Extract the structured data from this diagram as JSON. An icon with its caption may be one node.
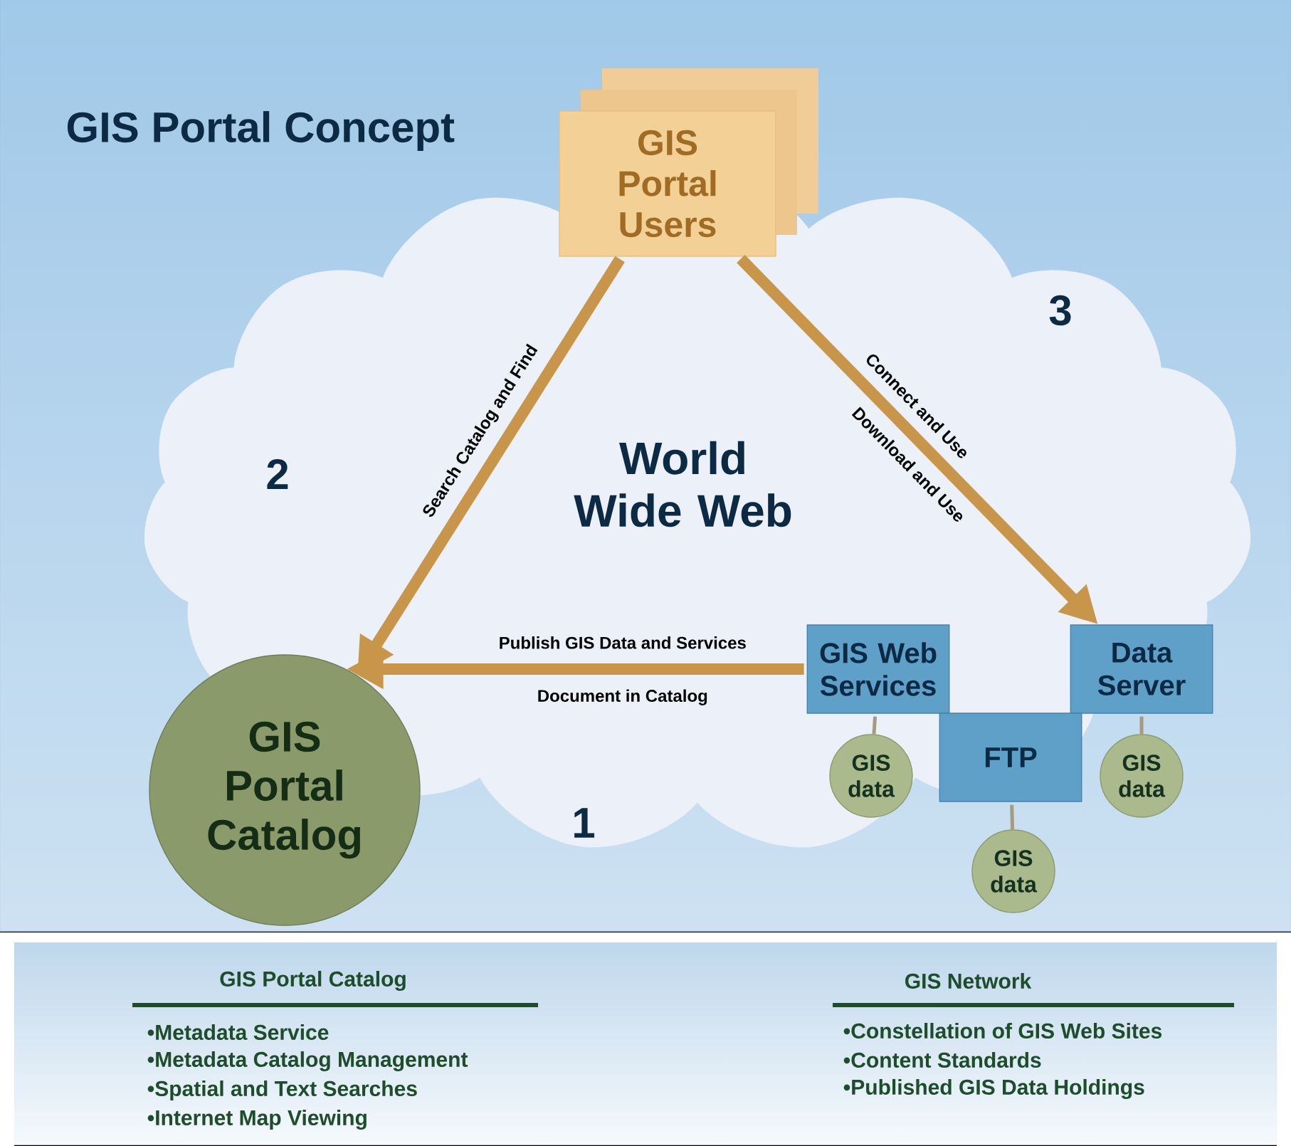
{
  "diagram": {
    "title": "GIS Portal Concept",
    "nodes": [
      {
        "text": [
          "GIS Portal Users"
        ]
      },
      {
        "text": [
          "GIS Portal Catalog"
        ]
      },
      {
        "text": [
          "GIS Web Services"
        ]
      },
      {
        "text": [
          "Data Server"
        ]
      },
      {
        "text": [
          "FTP"
        ]
      },
      {
        "text": [
          "GIS data"
        ]
      },
      {
        "text": [
          "GIS data"
        ]
      },
      {
        "text": [
          "GIS data"
        ]
      }
    ],
    "edges": [
      {
        "from": 0,
        "to": 1,
        "arrow": "to",
        "label": "Search Catalog and Find",
        "style": "thick",
        "color": "#c8964a"
      },
      {
        "from": 0,
        "to": 3,
        "arrow": "to",
        "label": "Connect and Use",
        "style": "thick",
        "color": "#c8964a"
      },
      {
        "from": 2,
        "to": 1,
        "arrow": "to",
        "label": "Publish GIS Data and Services",
        "style": "thick",
        "color": "#c8964a"
      },
      {
        "from": 2,
        "to": 5,
        "arrow": "none"
      },
      {
        "from": 4,
        "to": 6,
        "arrow": "none"
      },
      {
        "from": 3,
        "to": 7,
        "arrow": "none"
      }
    ],
    "labels": [
      "2",
      "3",
      "1",
      "Download and Use",
      "Document in Catalog",
      "GIS Portal Catalog",
      "•Metadata Service",
      "•Metadata Catalog Management",
      "•Spatial and Text Searches",
      "•Internet Map Viewing",
      "GIS Network",
      "•Constellation of GIS Web Sites",
      "•Content Standards",
      "•Published GIS Data Holdings",
      "World Wide Web"
    ]
  }
}
